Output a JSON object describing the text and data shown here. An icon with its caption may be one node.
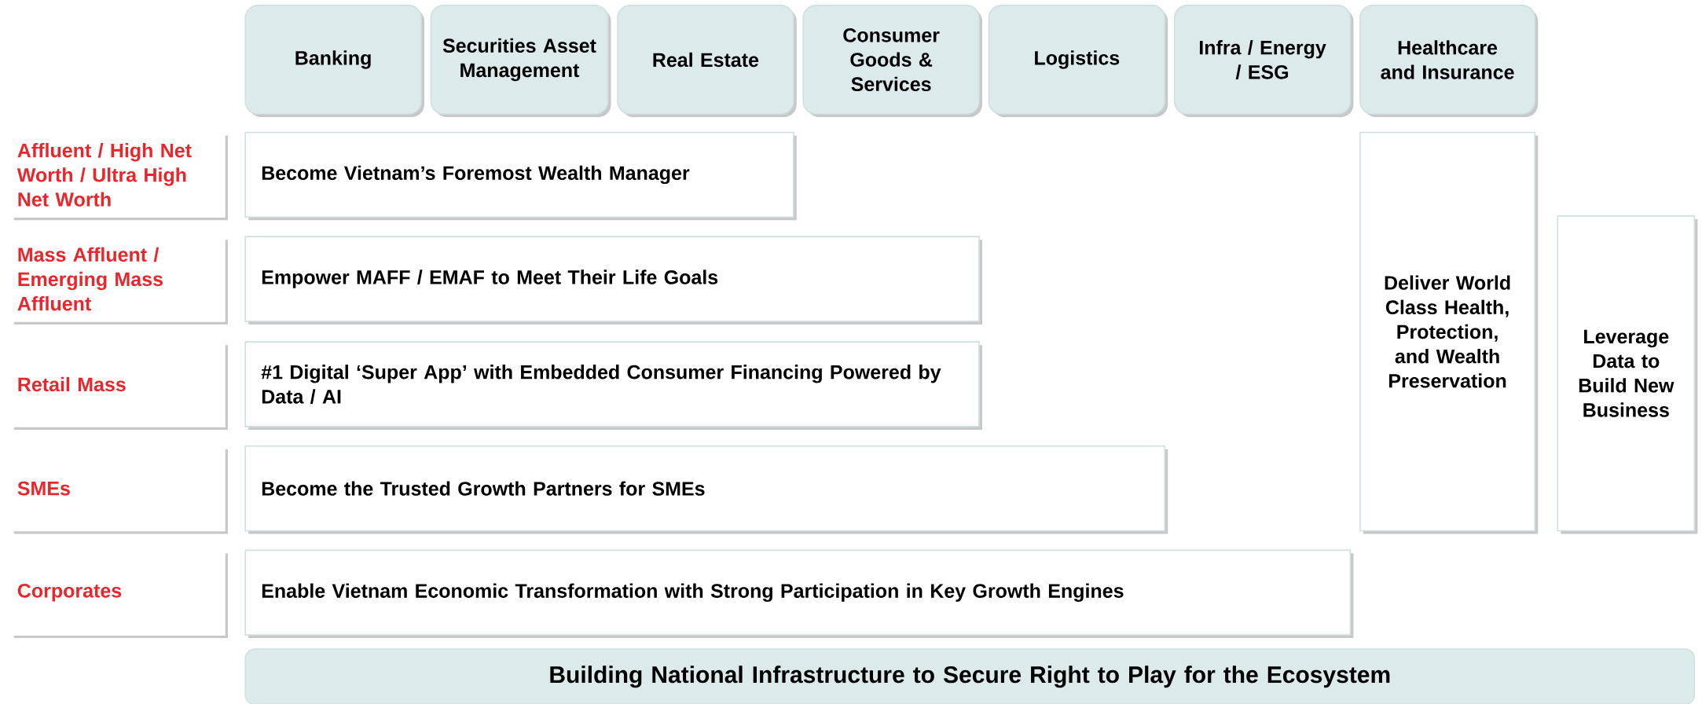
{
  "diagram": {
    "nodes": [
      {
        "text": [
          "Banking"
        ]
      },
      {
        "text": [
          "Securities Asset Management"
        ]
      },
      {
        "text": [
          "Real Estate"
        ]
      },
      {
        "text": [
          "Consumer Goods & Services"
        ]
      },
      {
        "text": [
          "Logistics"
        ]
      },
      {
        "text": [
          "Infra / Energy / ESG"
        ]
      },
      {
        "text": [
          "Healthcare and Insurance"
        ]
      },
      {
        "text": [
          "Affluent / High Net Worth / Ultra High Net Worth"
        ]
      },
      {
        "text": [
          "Become Vietnam’s Foremost Wealth Manager"
        ]
      },
      {
        "text": [
          "Deliver World Class Health, Protection, and Wealth Preservation"
        ]
      },
      {
        "text": [
          "Mass Affluent / Emerging Mass Affluent"
        ]
      },
      {
        "text": [
          "Empower MAFF / EMAF to Meet Their Life Goals"
        ]
      },
      {
        "text": [
          "Leverage Data to Build New Business"
        ]
      },
      {
        "text": [
          "Retail Mass"
        ]
      },
      {
        "text": [
          "#1 Digital ‘Super App’ with Embedded Consumer Financing Powered by Data / AI"
        ]
      },
      {
        "text": [
          "SMEs"
        ]
      },
      {
        "text": [
          "Become the Trusted Growth Partners for SMEs"
        ]
      },
      {
        "text": [
          "Corporates"
        ]
      },
      {
        "text": [
          "Enable Vietnam Economic Transformation with Strong Participation in Key Growth Engines"
        ]
      },
      {
        "text": [
          "Building National Infrastructure to Secure Right to Play for the Ecosystem"
        ]
      }
    ]
  }
}
